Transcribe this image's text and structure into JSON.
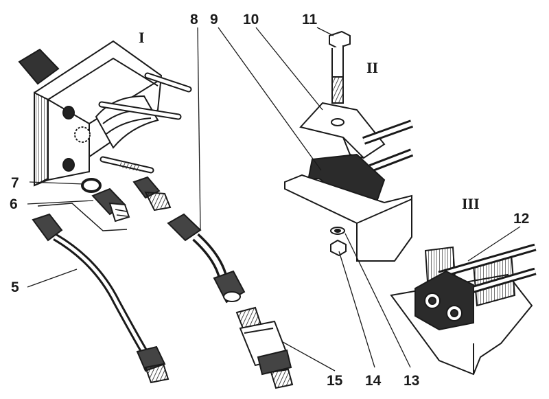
{
  "diagram": {
    "views": [
      {
        "id": "view-1",
        "label": "I"
      },
      {
        "id": "view-2",
        "label": "II"
      },
      {
        "id": "view-3",
        "label": "III"
      }
    ],
    "callouts": {
      "n5": "5",
      "n6": "6",
      "n7": "7",
      "n8": "8",
      "n9": "9",
      "n10": "10",
      "n11": "11",
      "n12": "12",
      "n13": "13",
      "n14": "14",
      "n15": "15"
    },
    "colors": {
      "ink": "#1a1a1a",
      "shade": "#3a3a3a",
      "paper": "#ffffff"
    }
  }
}
